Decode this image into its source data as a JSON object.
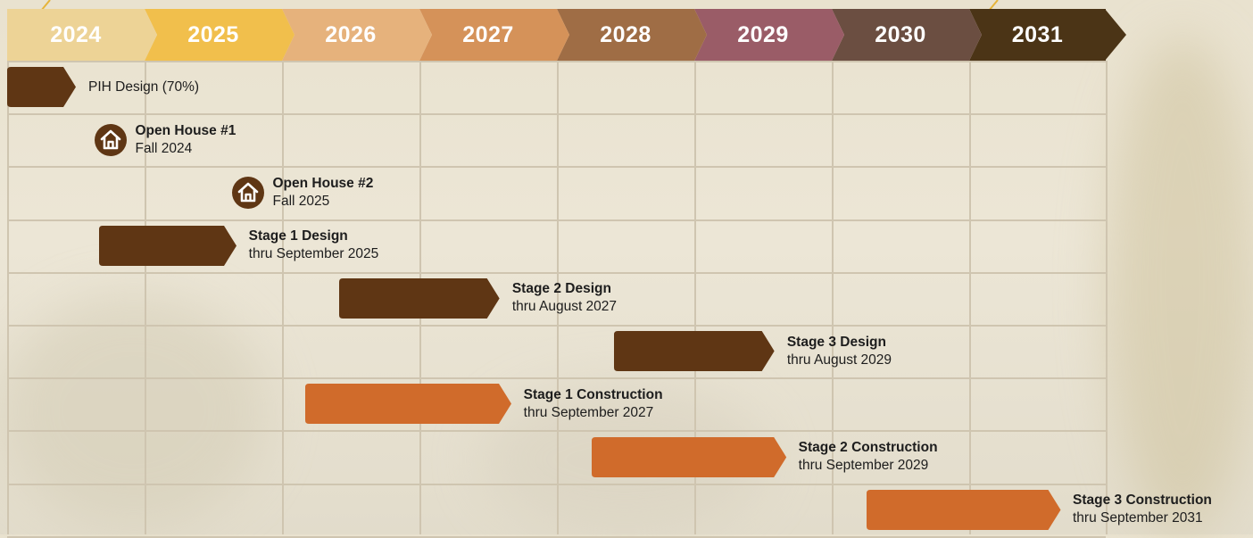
{
  "years": [
    {
      "label": "2024",
      "color": "#edd396",
      "text_color": "#ffffff"
    },
    {
      "label": "2025",
      "color": "#f1bf4c",
      "text_color": "#ffffff"
    },
    {
      "label": "2026",
      "color": "#e6b27c",
      "text_color": "#ffffff"
    },
    {
      "label": "2027",
      "color": "#d59259",
      "text_color": "#ffffff"
    },
    {
      "label": "2028",
      "color": "#9f6d45",
      "text_color": "#ffffff"
    },
    {
      "label": "2029",
      "color": "#9a5c67",
      "text_color": "#ffffff"
    },
    {
      "label": "2030",
      "color": "#6b4e41",
      "text_color": "#ffffff"
    },
    {
      "label": "2031",
      "color": "#4b3416",
      "text_color": "#ffffff"
    }
  ],
  "tasks": [
    {
      "kind": "bar",
      "title": "PIH Design (70%)",
      "subtitle": "",
      "color": "#5f3614",
      "title_bold": false,
      "start": "2024-01",
      "end": "2024-07"
    },
    {
      "kind": "milestone",
      "title": "Open House #1",
      "subtitle": "Fall 2024",
      "color": "#5f3614",
      "title_bold": true,
      "date": "2024-10"
    },
    {
      "kind": "milestone",
      "title": "Open House #2",
      "subtitle": "Fall 2025",
      "color": "#5f3614",
      "title_bold": true,
      "date": "2025-10"
    },
    {
      "kind": "bar",
      "title": "Stage 1 Design",
      "subtitle": "thru September 2025",
      "color": "#5f3614",
      "title_bold": true,
      "start": "2024-09",
      "end": "2025-09"
    },
    {
      "kind": "bar",
      "title": "Stage 2 Design",
      "subtitle": "thru August 2027",
      "color": "#5f3614",
      "title_bold": true,
      "start": "2026-06",
      "end": "2027-08"
    },
    {
      "kind": "bar",
      "title": "Stage 3 Design",
      "subtitle": "thru August 2029",
      "color": "#5f3614",
      "title_bold": true,
      "start": "2028-06",
      "end": "2029-08"
    },
    {
      "kind": "bar",
      "title": "Stage 1 Construction",
      "subtitle": "thru September 2027",
      "color": "#d06b2b",
      "title_bold": true,
      "start": "2026-03",
      "end": "2027-09"
    },
    {
      "kind": "bar",
      "title": "Stage 2 Construction",
      "subtitle": "thru September 2029",
      "color": "#d06b2b",
      "title_bold": true,
      "start": "2028-04",
      "end": "2029-09"
    },
    {
      "kind": "bar",
      "title": "Stage 3 Construction",
      "subtitle": "thru September 2031",
      "color": "#d06b2b",
      "title_bold": true,
      "start": "2030-04",
      "end": "2031-09"
    }
  ]
}
